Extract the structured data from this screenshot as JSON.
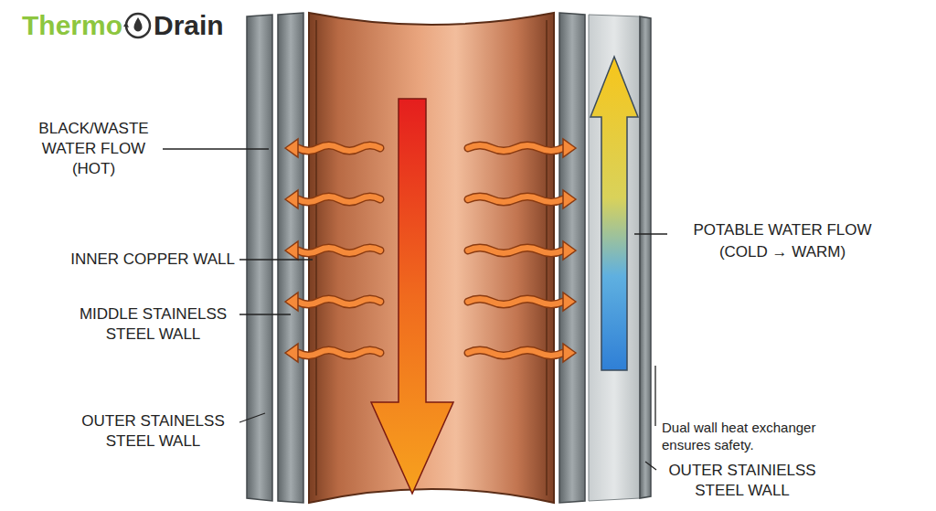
{
  "diagram": {
    "labels": [
      "Thermo",
      "Drain",
      "BLACK/WASTE WATER FLOW (HOT)",
      "INNER COPPER WALL",
      "MIDDLE STAINELSS STEEL WALL",
      "OUTER STAINELSS STEEL WALL",
      "POTABLE WATER FLOW (COLD → WARM)",
      "Dual wall heat exchanger ensures safety.",
      "OUTER STAINIELSS STEEL WALL"
    ]
  }
}
